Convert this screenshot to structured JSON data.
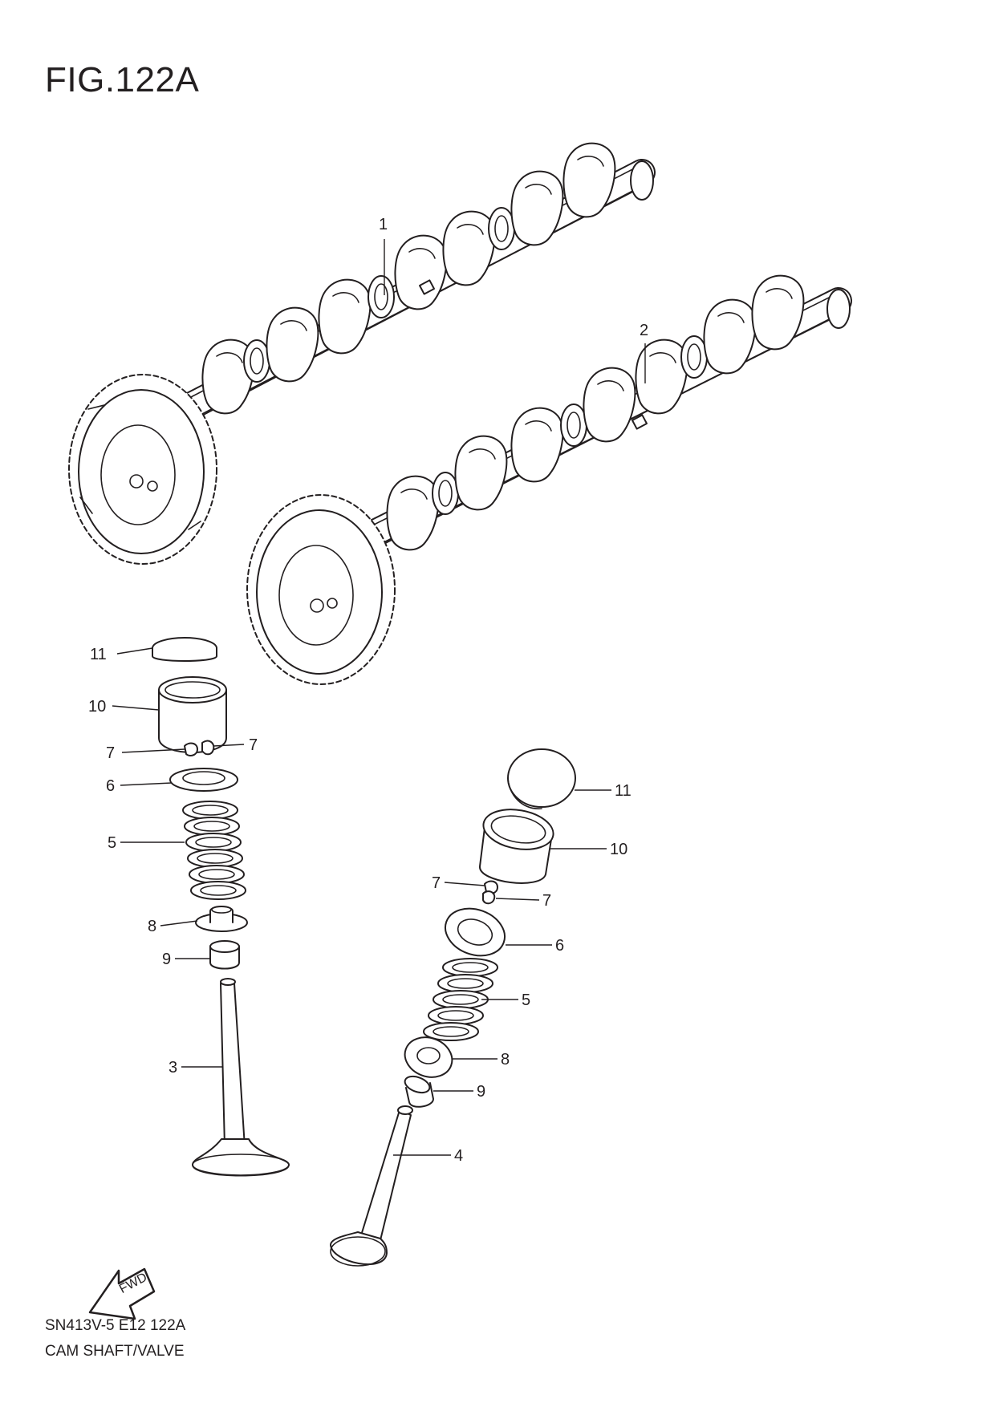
{
  "figure": {
    "title": "FIG.122A",
    "code": "SN413V-5 E12 122A",
    "name": "CAM SHAFT/VALVE"
  },
  "fwd_arrow_text": "FWD",
  "callouts": [
    {
      "id": "c1",
      "label": "1"
    },
    {
      "id": "c2",
      "label": "2"
    },
    {
      "id": "c11a",
      "label": "11"
    },
    {
      "id": "c10a",
      "label": "10"
    },
    {
      "id": "c7a",
      "label": "7"
    },
    {
      "id": "c7b",
      "label": "7"
    },
    {
      "id": "c6a",
      "label": "6"
    },
    {
      "id": "c5a",
      "label": "5"
    },
    {
      "id": "c8a",
      "label": "8"
    },
    {
      "id": "c9a",
      "label": "9"
    },
    {
      "id": "c3",
      "label": "3"
    },
    {
      "id": "c11b",
      "label": "11"
    },
    {
      "id": "c10b",
      "label": "10"
    },
    {
      "id": "c7c",
      "label": "7"
    },
    {
      "id": "c7d",
      "label": "7"
    },
    {
      "id": "c6b",
      "label": "6"
    },
    {
      "id": "c5b",
      "label": "5"
    },
    {
      "id": "c8b",
      "label": "8"
    },
    {
      "id": "c9b",
      "label": "9"
    },
    {
      "id": "c4",
      "label": "4"
    }
  ]
}
